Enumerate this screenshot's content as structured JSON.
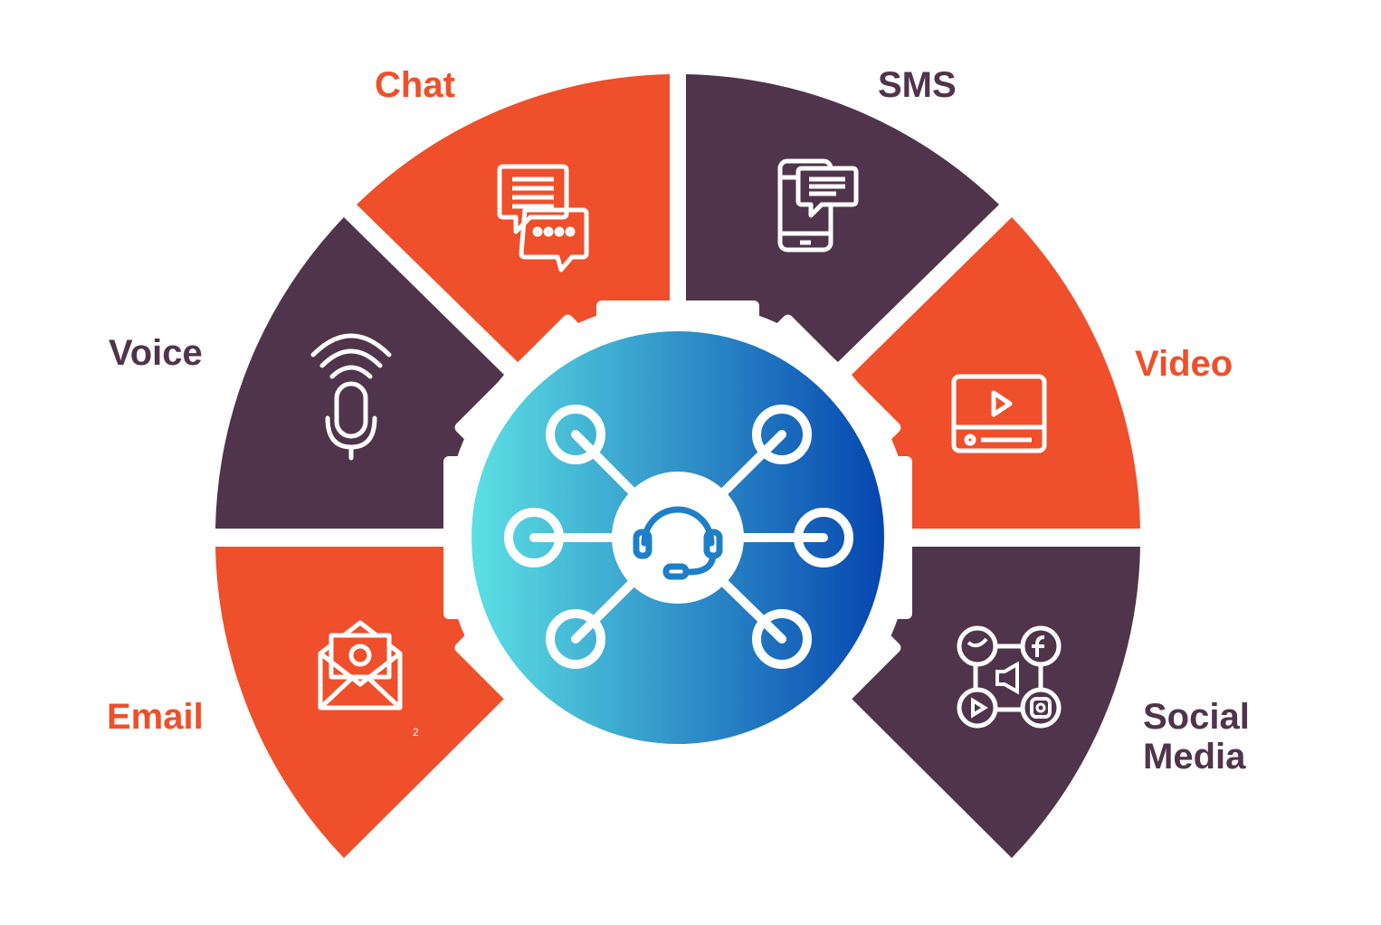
{
  "colors": {
    "orange": "#ef4f2a",
    "plum": "#50344b",
    "hub_gradient_start": "#5ce0e3",
    "hub_gradient_end": "#0646b0",
    "background": "#ffffff",
    "icon_stroke": "#ffffff"
  },
  "channels": [
    {
      "id": "voice",
      "label": "Voice",
      "color": "plum",
      "icon": "microphone-icon"
    },
    {
      "id": "chat",
      "label": "Chat",
      "color": "orange",
      "icon": "chat-bubbles-icon"
    },
    {
      "id": "sms",
      "label": "SMS",
      "color": "plum",
      "icon": "mobile-message-icon"
    },
    {
      "id": "video",
      "label": "Video",
      "color": "orange",
      "icon": "video-player-icon"
    },
    {
      "id": "email",
      "label": "Email",
      "color": "orange",
      "icon": "email-envelope-icon"
    },
    {
      "id": "social-media",
      "label_lines": [
        "Social",
        "Media"
      ],
      "color": "plum",
      "icon": "social-network-icon"
    }
  ],
  "hub": {
    "icon": "headset-support-network-icon",
    "connector_nodes": 6
  },
  "footnote": "2"
}
